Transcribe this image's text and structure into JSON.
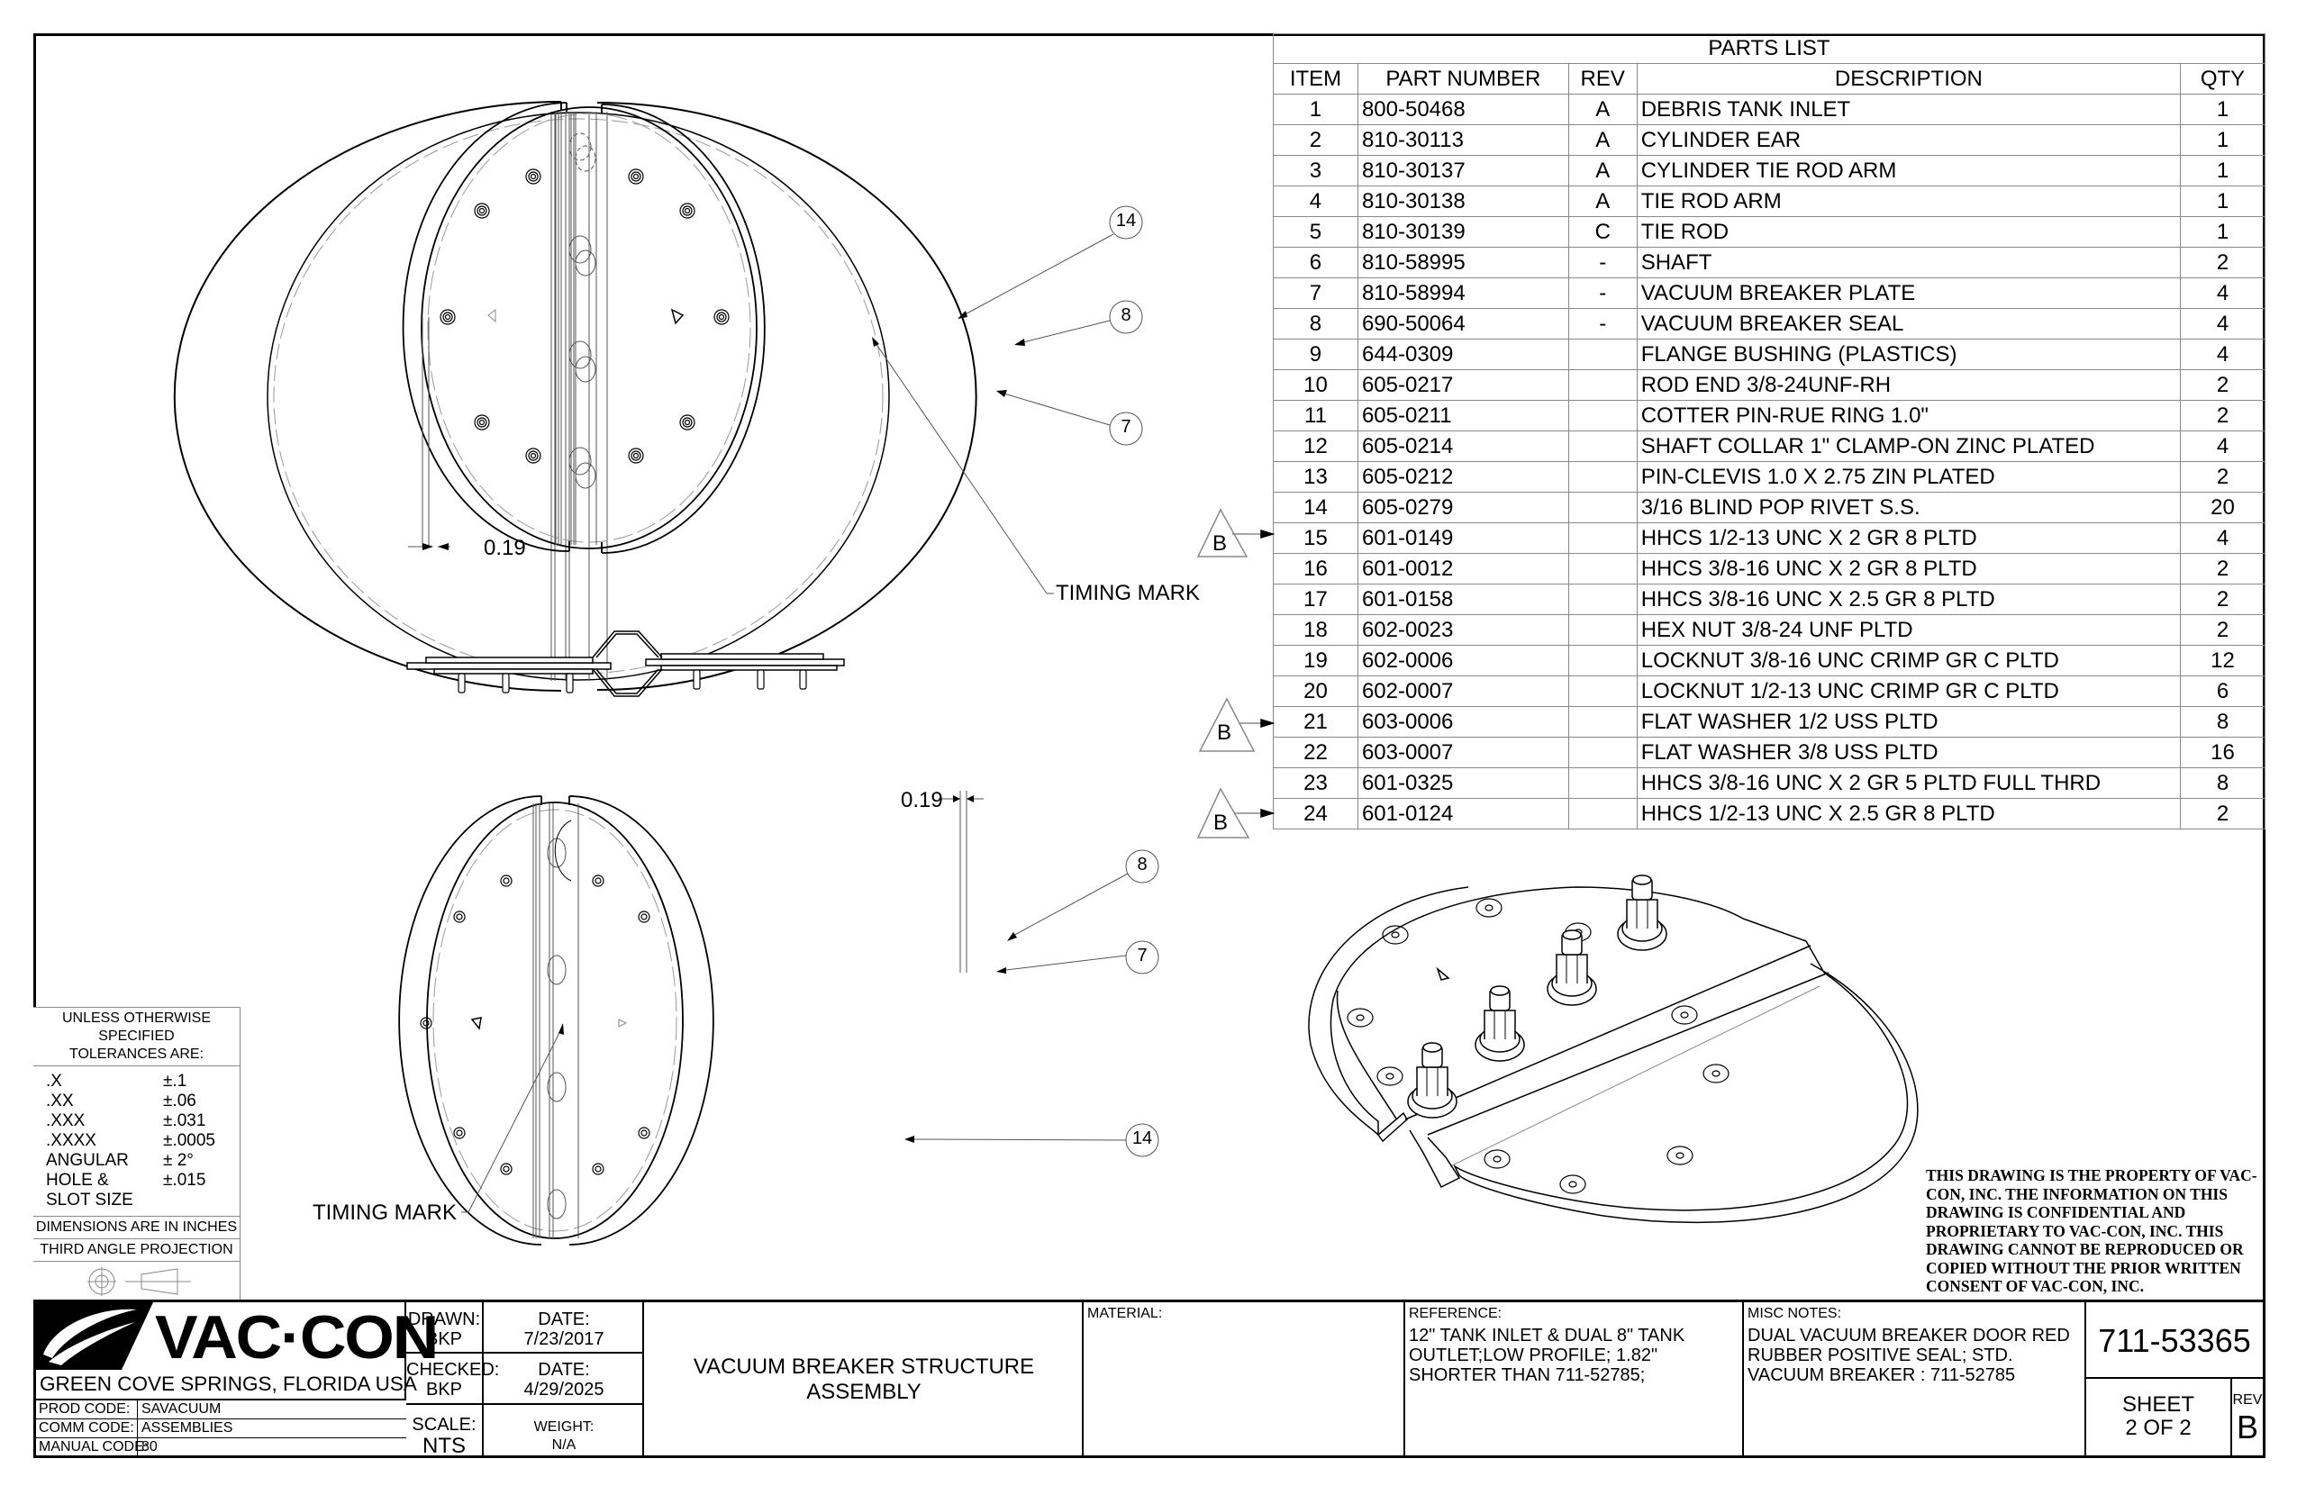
{
  "parts_list": {
    "title": "PARTS LIST",
    "columns": [
      "ITEM",
      "PART NUMBER",
      "REV",
      "DESCRIPTION",
      "QTY"
    ],
    "rows": [
      {
        "item": "1",
        "part": "800-50468",
        "rev": "A",
        "desc": "DEBRIS TANK INLET",
        "qty": "1"
      },
      {
        "item": "2",
        "part": "810-30113",
        "rev": "A",
        "desc": "CYLINDER EAR",
        "qty": "1"
      },
      {
        "item": "3",
        "part": "810-30137",
        "rev": "A",
        "desc": "CYLINDER TIE ROD ARM",
        "qty": "1"
      },
      {
        "item": "4",
        "part": "810-30138",
        "rev": "A",
        "desc": "TIE ROD ARM",
        "qty": "1"
      },
      {
        "item": "5",
        "part": "810-30139",
        "rev": "C",
        "desc": "TIE ROD",
        "qty": "1"
      },
      {
        "item": "6",
        "part": "810-58995",
        "rev": "-",
        "desc": "SHAFT",
        "qty": "2"
      },
      {
        "item": "7",
        "part": "810-58994",
        "rev": "-",
        "desc": "VACUUM BREAKER PLATE",
        "qty": "4"
      },
      {
        "item": "8",
        "part": "690-50064",
        "rev": "-",
        "desc": "VACUUM BREAKER SEAL",
        "qty": "4"
      },
      {
        "item": "9",
        "part": "644-0309",
        "rev": "",
        "desc": "FLANGE BUSHING (PLASTICS)",
        "qty": "4"
      },
      {
        "item": "10",
        "part": "605-0217",
        "rev": "",
        "desc": "ROD END 3/8-24UNF-RH",
        "qty": "2"
      },
      {
        "item": "11",
        "part": "605-0211",
        "rev": "",
        "desc": "COTTER PIN-RUE RING 1.0\"",
        "qty": "2"
      },
      {
        "item": "12",
        "part": "605-0214",
        "rev": "",
        "desc": "SHAFT COLLAR 1\" CLAMP-ON ZINC PLATED",
        "qty": "4"
      },
      {
        "item": "13",
        "part": "605-0212",
        "rev": "",
        "desc": "PIN-CLEVIS 1.0 X 2.75 ZIN PLATED",
        "qty": "2"
      },
      {
        "item": "14",
        "part": "605-0279",
        "rev": "",
        "desc": "3/16 BLIND POP RIVET S.S.",
        "qty": "20"
      },
      {
        "item": "15",
        "part": "601-0149",
        "rev": "",
        "desc": "HHCS 1/2-13 UNC X 2 GR 8 PLTD",
        "qty": "4"
      },
      {
        "item": "16",
        "part": "601-0012",
        "rev": "",
        "desc": "HHCS 3/8-16 UNC X 2 GR 8 PLTD",
        "qty": "2"
      },
      {
        "item": "17",
        "part": "601-0158",
        "rev": "",
        "desc": "HHCS 3/8-16 UNC X 2.5 GR 8 PLTD",
        "qty": "2"
      },
      {
        "item": "18",
        "part": "602-0023",
        "rev": "",
        "desc": "HEX NUT 3/8-24 UNF PLTD",
        "qty": "2"
      },
      {
        "item": "19",
        "part": "602-0006",
        "rev": "",
        "desc": "LOCKNUT 3/8-16 UNC CRIMP GR C PLTD",
        "qty": "12"
      },
      {
        "item": "20",
        "part": "602-0007",
        "rev": "",
        "desc": "LOCKNUT 1/2-13 UNC CRIMP GR C PLTD",
        "qty": "6"
      },
      {
        "item": "21",
        "part": "603-0006",
        "rev": "",
        "desc": "FLAT WASHER 1/2 USS PLTD",
        "qty": "8"
      },
      {
        "item": "22",
        "part": "603-0007",
        "rev": "",
        "desc": "FLAT WASHER 3/8 USS PLTD",
        "qty": "16"
      },
      {
        "item": "23",
        "part": "601-0325",
        "rev": "",
        "desc": "HHCS 3/8-16 UNC X 2 GR 5 PLTD FULL THRD",
        "qty": "8"
      },
      {
        "item": "24",
        "part": "601-0124",
        "rev": "",
        "desc": "HHCS 1/2-13 UNC X 2.5 GR 8 PLTD",
        "qty": "2"
      }
    ],
    "revision_flags": [
      {
        "label": "B",
        "row": "15"
      },
      {
        "label": "B",
        "row": "21"
      },
      {
        "label": "B",
        "row": "24"
      }
    ]
  },
  "views": {
    "top_view": {
      "balloons": [
        "14",
        "8",
        "7"
      ],
      "dimension": "0.19",
      "note": "TIMING MARK"
    },
    "bottom_view": {
      "balloons": [
        "8",
        "7",
        "14"
      ],
      "dimension": "0.19",
      "note": "TIMING MARK"
    }
  },
  "tolerances": {
    "header": "UNLESS OTHERWISE SPECIFIED TOLERANCES ARE:",
    "header_line1": "UNLESS OTHERWISE SPECIFIED",
    "header_line2": "TOLERANCES ARE:",
    "rows": [
      {
        "k": ".X",
        "v": "±.1"
      },
      {
        "k": ".XX",
        "v": "±.06"
      },
      {
        "k": ".XXX",
        "v": "±.031"
      },
      {
        "k": ".XXXX",
        "v": "±.0005"
      },
      {
        "k": "ANGULAR",
        "v": "± 2°"
      },
      {
        "k": "HOLE &",
        "v": "±.015"
      },
      {
        "k": "SLOT SIZE",
        "v": ""
      }
    ],
    "units": "DIMENSIONS ARE IN INCHES",
    "projection": "THIRD ANGLE PROJECTION"
  },
  "notice": "THIS DRAWING IS THE PROPERTY OF VAC-CON, INC.  THE INFORMATION ON THIS DRAWING IS CONFIDENTIAL AND PROPRIETARY TO VAC-CON, INC.  THIS DRAWING CANNOT BE REPRODUCED OR COPIED WITHOUT THE PRIOR WRITTEN CONSENT OF VAC-CON, INC.",
  "title_block": {
    "company": "VAC·CON",
    "location": "GREEN COVE SPRINGS, FLORIDA USA",
    "prod_code_label": "PROD CODE:",
    "prod_code": "SAVACUUM",
    "comm_code_label": "COMM CODE:",
    "comm_code": "ASSEMBLIES",
    "manual_code_label": "MANUAL CODE:",
    "manual_code": "80",
    "drawn_label": "DRAWN:",
    "drawn_by": "BKP",
    "drawn_date_label": "DATE:",
    "drawn_date": "7/23/2017",
    "checked_label": "CHECKED:",
    "checked_by": "BKP",
    "checked_date_label": "DATE:",
    "checked_date": "4/29/2025",
    "scale_label": "SCALE:",
    "scale": "NTS",
    "weight_label": "WEIGHT:",
    "weight": "N/A",
    "title_line1": "VACUUM BREAKER STRUCTURE",
    "title_line2": "ASSEMBLY",
    "material_label": "MATERIAL:",
    "material": "",
    "reference_label": "REFERENCE:",
    "reference_lines": [
      "12\" TANK INLET & DUAL 8\" TANK",
      "OUTLET;LOW PROFILE; 1.82\"",
      "SHORTER THAN 711-52785;"
    ],
    "misc_label": "MISC NOTES:",
    "misc_lines": [
      "DUAL VACUUM BREAKER DOOR RED",
      "RUBBER POSITIVE SEAL; STD.",
      "VACUUM BREAKER : 711-52785"
    ],
    "drawing_number": "711-53365",
    "sheet_label": "SHEET",
    "sheet": "2  OF 2",
    "rev_label": "REV",
    "rev": "B"
  }
}
